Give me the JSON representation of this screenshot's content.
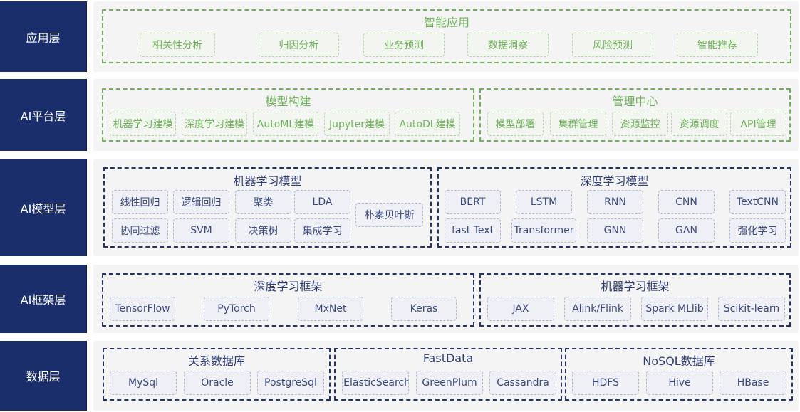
{
  "layers": [
    {
      "label": "应用层",
      "groups": [
        {
          "title": "智能应用",
          "items": [
            "相关性分析",
            "归因分析",
            "业务预测",
            "数据洞察",
            "风险预测",
            "智能推荐"
          ]
        }
      ]
    },
    {
      "label": "AI平台层",
      "groups": [
        {
          "title": "模型构建",
          "items": [
            "机器学习建模",
            "深度学习建模",
            "AutoML建模",
            "Jupyter建模",
            "AutoDL建模"
          ]
        },
        {
          "title": "管理中心",
          "items": [
            "模型部署",
            "集群管理",
            "资源监控",
            "资源调度",
            "API管理"
          ]
        }
      ]
    },
    {
      "label": "AI模型层",
      "groups": [
        {
          "title": "机器学习模型",
          "items": [
            "线性回归",
            "逻辑回归",
            "聚类",
            "LDA",
            "协同过滤",
            "SVM",
            "决策树",
            "集成学习",
            "朴素贝叶斯"
          ]
        },
        {
          "title": "深度学习模型",
          "items": [
            "BERT",
            "LSTM",
            "RNN",
            "CNN",
            "TextCNN",
            "fast Text",
            "Transformer",
            "GNN",
            "GAN",
            "强化学习"
          ]
        }
      ]
    },
    {
      "label": "AI框架层",
      "groups": [
        {
          "title": "深度学习框架",
          "items": [
            "TensorFlow",
            "PyTorch",
            "MxNet",
            "Keras"
          ]
        },
        {
          "title": "机器学习框架",
          "items": [
            "JAX",
            "Alink/Flink",
            "Spark MLlib",
            "Scikit-learn"
          ]
        }
      ]
    },
    {
      "label": "数据层",
      "groups": [
        {
          "title": "关系数据库",
          "items": [
            "MySql",
            "Oracle",
            "PostgreSql"
          ]
        },
        {
          "title": "FastData",
          "items": [
            "IElasticSearch",
            "GreenPlum",
            "Cassandra"
          ]
        },
        {
          "title": "NoSQL数据库",
          "items": [
            "HDFS",
            "Hive",
            "HBase"
          ]
        }
      ]
    }
  ],
  "colors": {
    "label_bg": "#1a2e6b",
    "app_accent": "#6fb25a",
    "infra_accent": "#27346a"
  }
}
